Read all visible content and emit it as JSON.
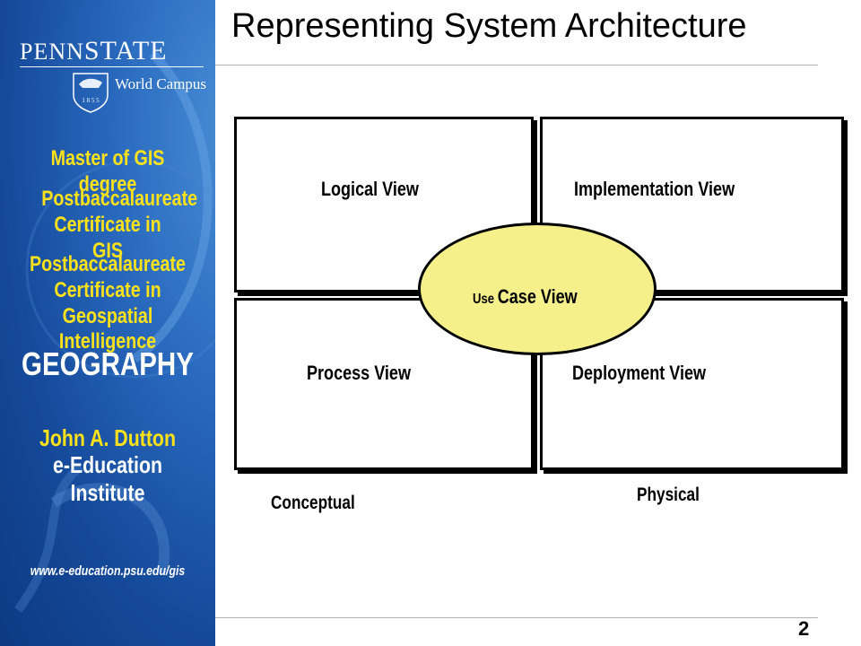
{
  "sidebar": {
    "logo": {
      "brand_part1": "PENN",
      "brand_part2": "STATE",
      "year": "1 8 5 5",
      "campus": "World Campus"
    },
    "programs": [
      "Master of GIS degree",
      "Postbaccalaureate Certificate in GIS",
      "Postbaccalaureate Certificate in Geospatial Intelligence"
    ],
    "department": "GEOGRAPHY",
    "institute_name": "John A. Dutton",
    "institute_line2": "e-Education Institute",
    "url": "www.e-education.psu.edu/gis"
  },
  "slide": {
    "title": "Representing System Architecture",
    "page_number": "2"
  },
  "diagram": {
    "views": {
      "logical": "Logical View",
      "implementation": "Implementation View",
      "process": "Process View",
      "deployment": "Deployment View"
    },
    "center": {
      "prefix": "Use",
      "label": "Case View"
    },
    "conceptual": "Conceptual",
    "physical": "Physical"
  },
  "colors": {
    "sidebar_blue": "#1a56a8",
    "sidebar_text_yellow": "#ffe21a",
    "ellipse_fill": "#f6f08a"
  }
}
